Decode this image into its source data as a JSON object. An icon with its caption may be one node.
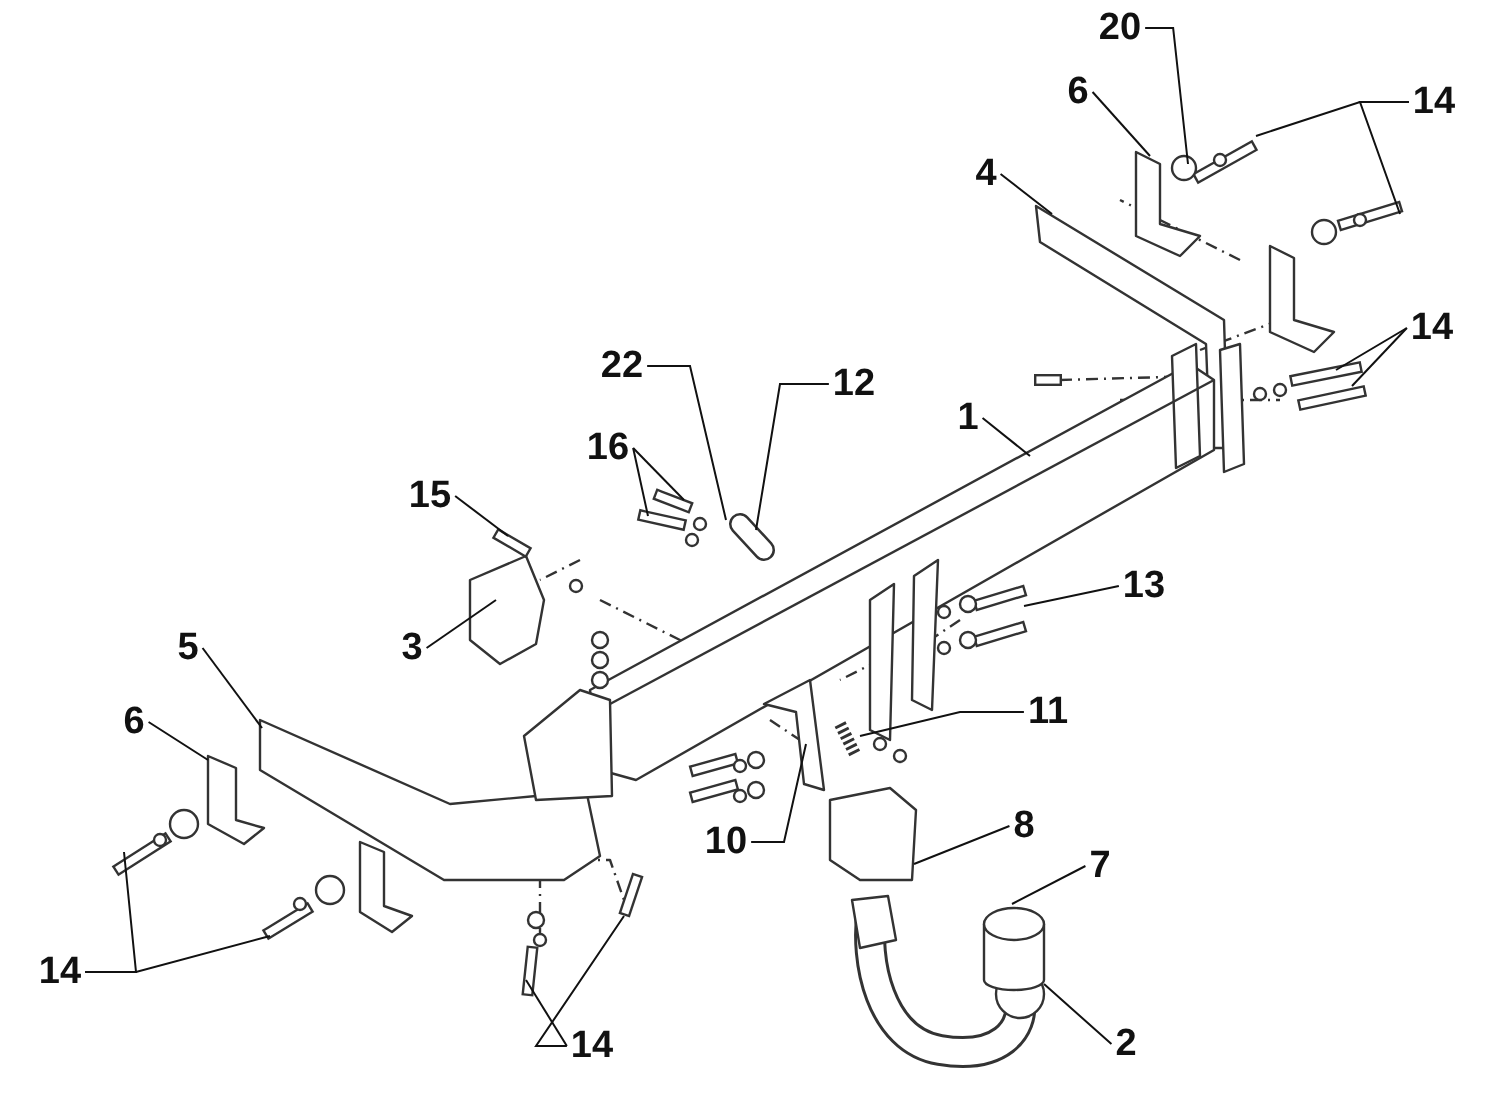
{
  "diagram": {
    "nodes": [
      {
        "text": [
          "20"
        ]
      },
      {
        "text": [
          "6"
        ]
      },
      {
        "text": [
          "14"
        ]
      },
      {
        "text": [
          "4"
        ]
      },
      {
        "text": [
          "14"
        ]
      },
      {
        "text": [
          "22"
        ]
      },
      {
        "text": [
          "12"
        ]
      },
      {
        "text": [
          "1"
        ]
      },
      {
        "text": [
          "16"
        ]
      },
      {
        "text": [
          "15"
        ]
      },
      {
        "text": [
          "13"
        ]
      },
      {
        "text": [
          "3"
        ]
      },
      {
        "text": [
          "5"
        ]
      },
      {
        "text": [
          "11"
        ]
      },
      {
        "text": [
          "6"
        ]
      },
      {
        "text": [
          "10"
        ]
      },
      {
        "text": [
          "8"
        ]
      },
      {
        "text": [
          "7"
        ]
      },
      {
        "text": [
          "14"
        ]
      },
      {
        "text": [
          "14"
        ]
      },
      {
        "text": [
          "2"
        ]
      }
    ],
    "edges": [
      {
        "from": 0,
        "to": null,
        "arrow": "none"
      },
      {
        "from": 1,
        "to": null,
        "arrow": "none"
      },
      {
        "from": 2,
        "to": null,
        "arrow": "none"
      },
      {
        "from": 2,
        "to": null,
        "arrow": "none"
      },
      {
        "from": 3,
        "to": null,
        "arrow": "none"
      },
      {
        "from": 4,
        "to": null,
        "arrow": "none"
      },
      {
        "from": 4,
        "to": null,
        "arrow": "none"
      },
      {
        "from": 5,
        "to": null,
        "arrow": "none"
      },
      {
        "from": 6,
        "to": null,
        "arrow": "none"
      },
      {
        "from": 7,
        "to": null,
        "arrow": "none"
      },
      {
        "from": 8,
        "to": null,
        "arrow": "none"
      },
      {
        "from": 8,
        "to": null,
        "arrow": "none"
      },
      {
        "from": 9,
        "to": null,
        "arrow": "none"
      },
      {
        "from": 10,
        "to": null,
        "arrow": "none"
      },
      {
        "from": 11,
        "to": null,
        "arrow": "none"
      },
      {
        "from": 12,
        "to": null,
        "arrow": "none"
      },
      {
        "from": 13,
        "to": null,
        "arrow": "none"
      },
      {
        "from": 14,
        "to": null,
        "arrow": "none"
      },
      {
        "from": 15,
        "to": null,
        "arrow": "none"
      },
      {
        "from": 16,
        "to": null,
        "arrow": "none"
      },
      {
        "from": 17,
        "to": null,
        "arrow": "none"
      },
      {
        "from": 18,
        "to": null,
        "arrow": "none"
      },
      {
        "from": 18,
        "to": null,
        "arrow": "none"
      },
      {
        "from": 19,
        "to": null,
        "arrow": "none"
      },
      {
        "from": 19,
        "to": null,
        "arrow": "none"
      },
      {
        "from": 20,
        "to": null,
        "arrow": "none"
      }
    ]
  }
}
